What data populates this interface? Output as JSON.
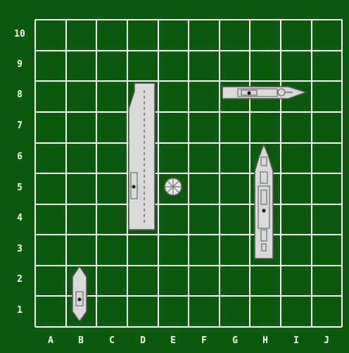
{
  "game": {
    "colors": {
      "board": "#0c5a0c",
      "grid": "#ffffff",
      "ship_fill": "#d9d9d9",
      "ship_stroke": "#555555",
      "label": "#ffffff"
    },
    "columns": [
      "A",
      "B",
      "C",
      "D",
      "E",
      "F",
      "G",
      "H",
      "I",
      "J"
    ],
    "rows": [
      "1",
      "2",
      "3",
      "4",
      "5",
      "6",
      "7",
      "8",
      "9",
      "10"
    ],
    "ships": [
      {
        "name": "carrier",
        "cells": [
          "D4",
          "D5",
          "D6",
          "D7",
          "D8"
        ],
        "orientation": "vertical"
      },
      {
        "name": "battleship",
        "cells": [
          "H3",
          "H4",
          "H5",
          "H6"
        ],
        "orientation": "vertical",
        "bow": "up"
      },
      {
        "name": "cruiser",
        "cells": [
          "G8",
          "H8",
          "I8"
        ],
        "orientation": "horizontal",
        "bow": "right"
      },
      {
        "name": "patrol-boat",
        "cells": [
          "B1",
          "B2"
        ],
        "orientation": "vertical",
        "bow": "up"
      }
    ],
    "markers": [
      {
        "name": "shot-marker",
        "cell": "E5",
        "icon": "crosshair-disc-icon"
      }
    ]
  }
}
